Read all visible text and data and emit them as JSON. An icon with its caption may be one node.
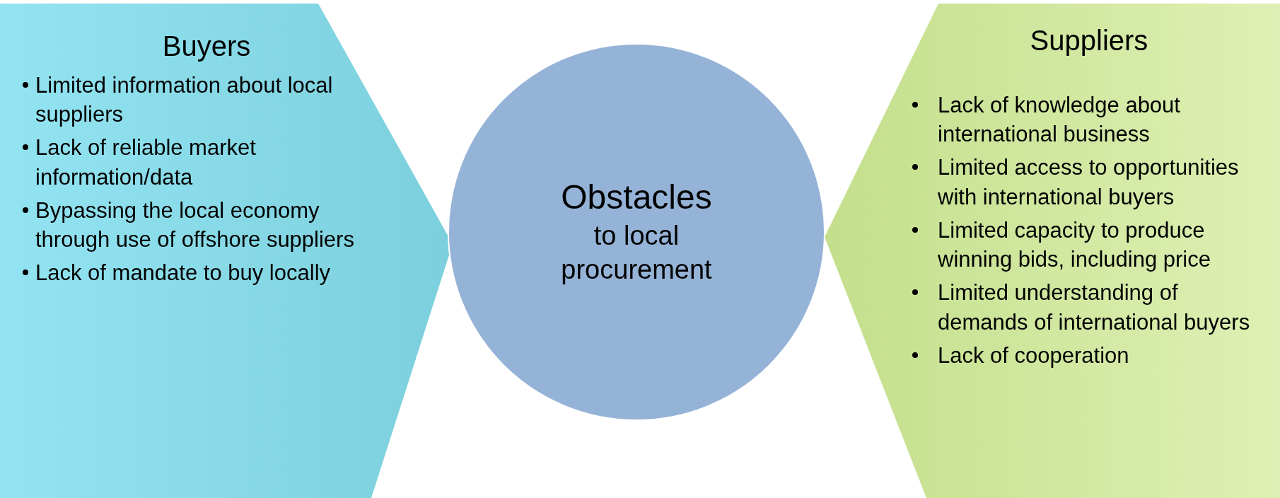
{
  "diagram": {
    "nodes": [
      {
        "text": [
          "Buyers",
          "Limited information about local suppliers",
          "Lack of reliable market information/data",
          "Bypassing the local economy through use of offshore suppliers",
          "Lack of mandate to buy locally"
        ]
      },
      {
        "text": [
          "Obstacles",
          "to local procurement"
        ]
      },
      {
        "text": [
          "Suppliers",
          "Lack of knowledge about international business",
          "Limited access to opportunities with international buyers",
          "Limited capacity to produce winning bids, including price",
          "Limited understanding of demands of international buyers",
          "Lack of cooperation"
        ]
      }
    ]
  }
}
